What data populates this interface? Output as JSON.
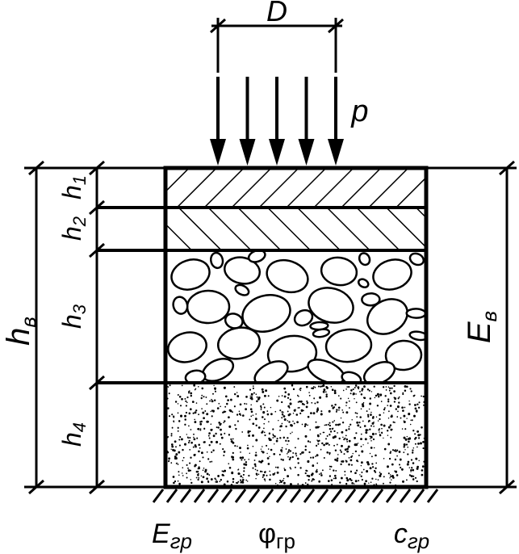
{
  "diagram": {
    "load_width_label": "D",
    "load_label": "p",
    "layers": [
      {
        "label": "h",
        "index": "1",
        "material": "hatched-fine"
      },
      {
        "label": "h",
        "index": "2",
        "material": "hatched-coarse"
      },
      {
        "label": "h",
        "index": "3",
        "material": "gravel"
      },
      {
        "label": "h",
        "index": "4",
        "material": "sand"
      }
    ],
    "total_thickness": {
      "label": "h",
      "index": "в"
    },
    "equivalent_modulus": {
      "label": "E",
      "index": "в"
    },
    "subgrade": [
      {
        "label": "E",
        "index": "гр"
      },
      {
        "label": "φ",
        "index": "гр"
      },
      {
        "label": "c",
        "index": "гр"
      }
    ],
    "load_arrow_count": 5
  }
}
